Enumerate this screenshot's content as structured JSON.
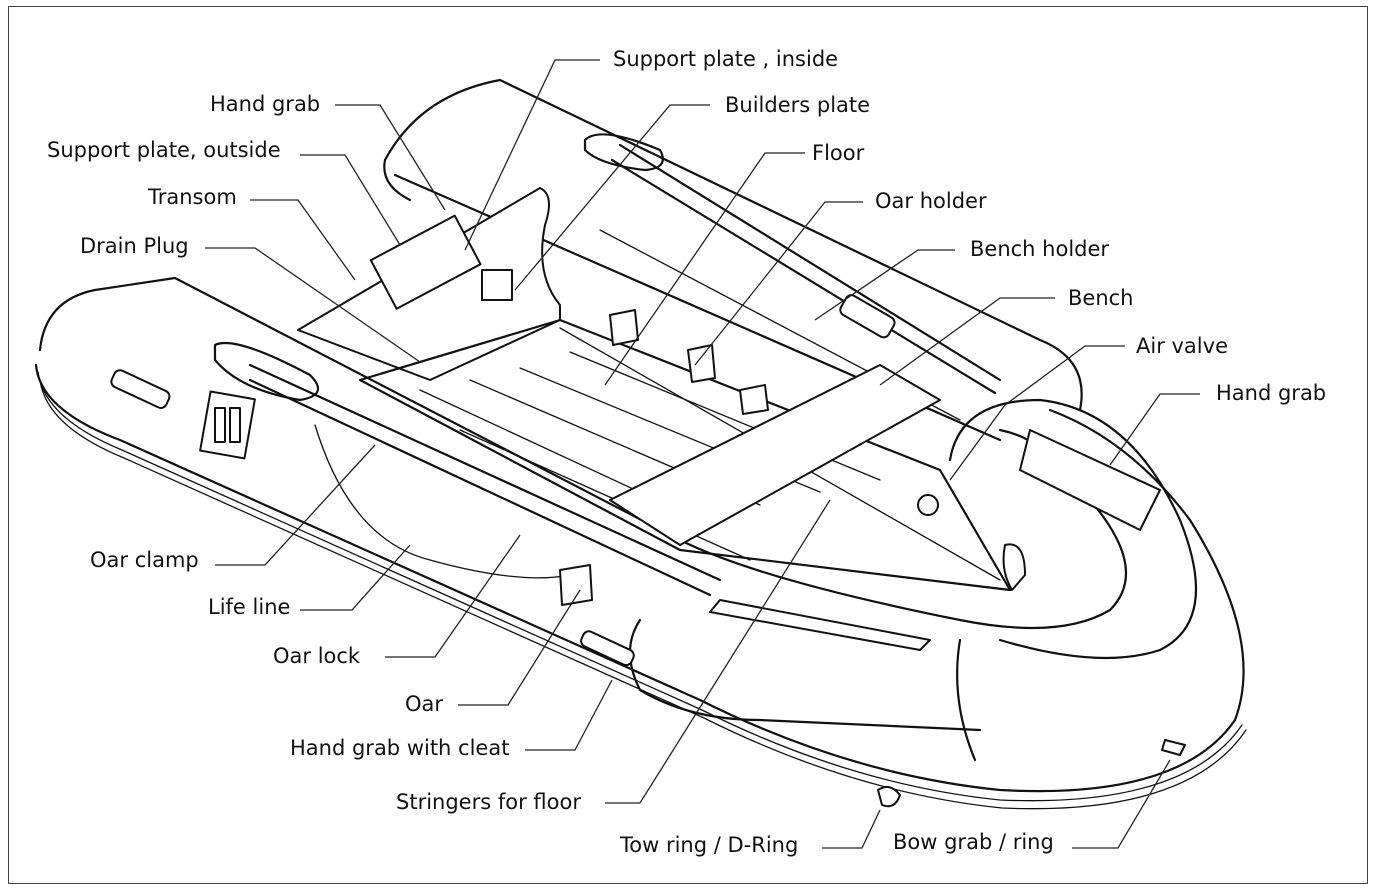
{
  "labels": {
    "support_plate_inside": "Support plate , inside",
    "builders_plate": "Builders plate",
    "floor": "Floor",
    "oar_holder": "Oar holder",
    "bench_holder": "Bench holder",
    "bench": "Bench",
    "air_valve": "Air valve",
    "hand_grab_right": "Hand grab",
    "hand_grab_left": "Hand grab",
    "support_plate_outside": "Support plate, outside",
    "transom": "Transom",
    "drain_plug": "Drain Plug",
    "oar_clamp": "Oar clamp",
    "life_line": "Life line",
    "oar_lock": "Oar lock",
    "oar": "Oar",
    "hand_grab_with_cleat": "Hand grab with cleat",
    "stringers_for_floor": "Stringers for floor",
    "tow_ring": "Tow ring / D-Ring",
    "bow_grab": "Bow grab / ring"
  }
}
